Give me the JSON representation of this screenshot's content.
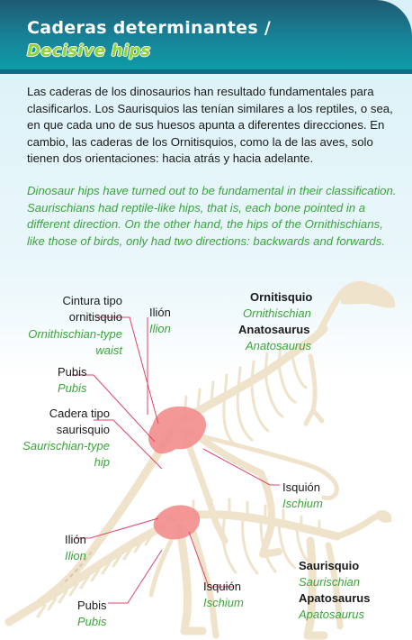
{
  "header": {
    "title_es": "Caderas determinantes /",
    "title_en": "Decisive hips"
  },
  "text": {
    "es": "Las caderas de los dinosaurios han resultado fundamentales para clasificarlos. Los Saurisquios las tenían similares a los reptiles, o sea, en que cada uno de sus huesos apunta a diferentes direcciones. En cambio, las caderas de los Ornitisquios, como la de las aves, solo tienen dos orientaciones: hacia atrás y hacia adelante.",
    "en": "Dinosaur hips have turned out to be fundamental in their classification. Saurischians had reptile-like hips, that is, each bone pointed in a different direction. On the other hand, the hips of the Ornithischians, like those of birds, only had two directions: backwards and forwards."
  },
  "labels": {
    "cintura_es": "Cintura tipo ornitisquio",
    "cintura_en": "Ornithischian-type waist",
    "ilion_top_es": "Ilión",
    "ilion_top_en": "Ilion",
    "ornitisquio_es": "Ornitisquio",
    "ornitisquio_en": "Ornithischian",
    "anatosaurus_es": "Anatosaurus",
    "anatosaurus_en": "Anatosaurus",
    "pubis_top_es": "Pubis",
    "pubis_top_en": "Pubis",
    "cadera_es": "Cadera tipo saurisquio",
    "cadera_en": "Saurischian-type hip",
    "isquion_top_es": "Isquión",
    "isquion_top_en": "Ischium",
    "ilion_bottom_es": "Ilión",
    "ilion_bottom_en": "Ilion",
    "isquion_bottom_es": "Isquión",
    "isquion_bottom_en": "Ischium",
    "saurisquio_es": "Saurisquio",
    "saurisquio_en": "Saurischian",
    "apatosaurus_es": "Apatosaurus",
    "apatosaurus_en": "Apatosaurus",
    "pubis_bottom_es": "Pubis",
    "pubis_bottom_en": "Pubis"
  },
  "colors": {
    "header_dark": "#1f5a72",
    "header_teal": "#0b9ea8",
    "title_green": "#8fd23a",
    "text_green": "#3aa53a",
    "bone": "#efe3cb",
    "hip_pink": "#f28e8e",
    "leader": "#e0446a"
  }
}
